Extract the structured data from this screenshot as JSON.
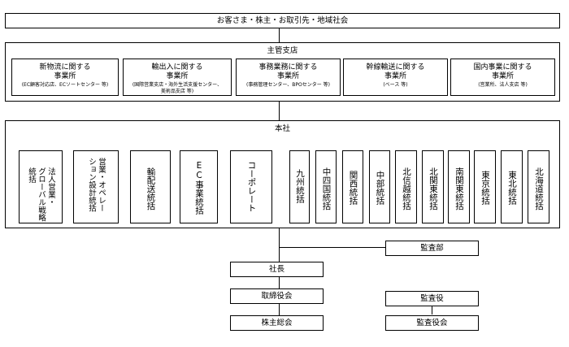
{
  "stakeholders": "お客さま・株主・お取引先・地域社会",
  "branch": {
    "title": "主管支店",
    "units": [
      {
        "name": "新物流に関する\n事業所",
        "note": "(EC顧客対応店、ECソートセンター 等)"
      },
      {
        "name": "輸出入に関する\n事業所",
        "note": "(国際営業支店・海外生活支援センター、\n美術品支店 等)"
      },
      {
        "name": "事務業務に関する\n事業所",
        "note": "(事務管理センター、BPOセンター 等)"
      },
      {
        "name": "幹線輸送に関する\n事業所",
        "note": "(ベース 等)"
      },
      {
        "name": "国内事業に関する\n事業所",
        "note": "(営業所、法人支店 等)"
      }
    ]
  },
  "hq": {
    "title": "本社",
    "divisions": [
      "法人営業・\nグローバル戦略\n統括",
      "営業・オペレー\nション設計統括",
      "輸配送統括",
      "EC事業統括",
      "コーポレート"
    ],
    "regions": [
      "九州統括",
      "中四国統括",
      "関西統括",
      "中部統括",
      "北信越統括",
      "北関東統括",
      "南関東統括",
      "東京統括",
      "東北統括",
      "北海道統括"
    ]
  },
  "governance": {
    "audit_dept": "監査部",
    "president": "社長",
    "board": "取締役会",
    "shareholders_meeting": "株主総会",
    "auditor": "監査役",
    "audit_board": "監査役会"
  }
}
